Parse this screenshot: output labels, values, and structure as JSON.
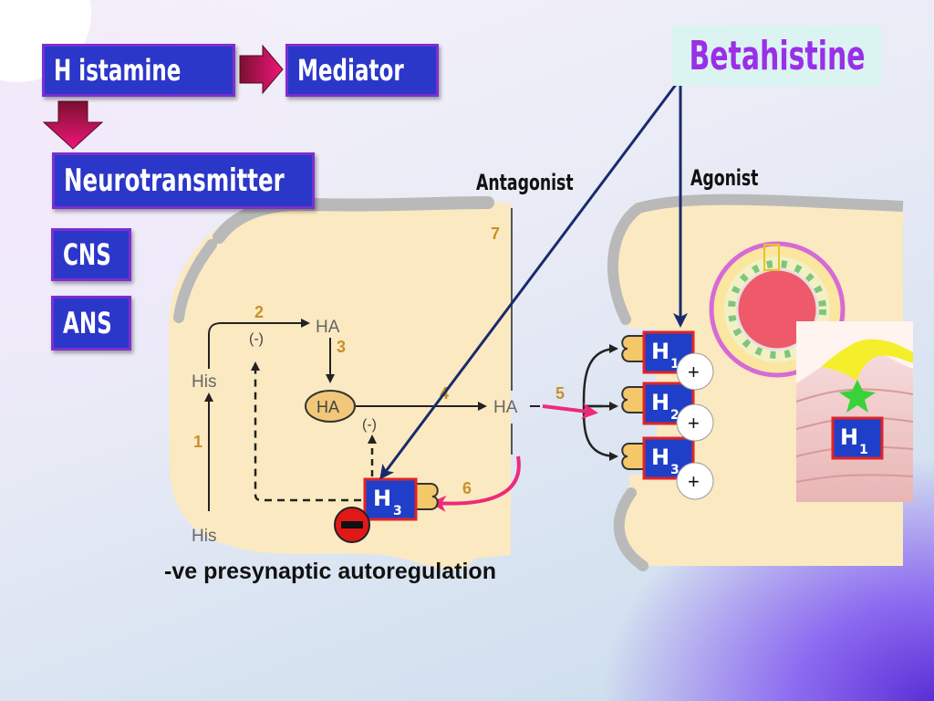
{
  "boxes": {
    "histamine": "H istamine",
    "mediator": "Mediator",
    "neurotransmitter": "Neurotransmitter",
    "cns": "CNS",
    "ans": "ANS"
  },
  "drug": "Betahistine",
  "labels": {
    "antagonist": "Antagonist",
    "agonist": "Agonist",
    "caption": "-ve presynaptic autoregulation"
  },
  "pathway": {
    "his_top": "His",
    "his_bottom": "His",
    "ha_top": "HA",
    "ha_vesicle": "HA",
    "ha_cleft": "HA",
    "inhibit_1": "(-)",
    "inhibit_2": "(-)",
    "steps": [
      "1",
      "2",
      "3",
      "4",
      "5",
      "6",
      "7"
    ]
  },
  "receptors": {
    "h1_letter": "H",
    "h1_sub": "1",
    "h2_letter": "H",
    "h2_sub": "2",
    "h3_letter": "H",
    "h3_sub": "3",
    "h3pre_letter": "H",
    "h3pre_sub": "3",
    "h1_tissue_letter": "H",
    "h1_tissue_sub": "1",
    "plus": "+"
  },
  "colors": {
    "box_fill": "#2b37c9",
    "box_border": "#7c2fd0",
    "drug_text": "#9a2fe8",
    "arrow_navy": "#1a2a6c",
    "arrow_pink": "#ee2a78",
    "receptor_fill": "#1f3fc8",
    "receptor_border": "#e02424",
    "cell_fill": "#fbe9c1",
    "step_number": "#c8902a"
  }
}
